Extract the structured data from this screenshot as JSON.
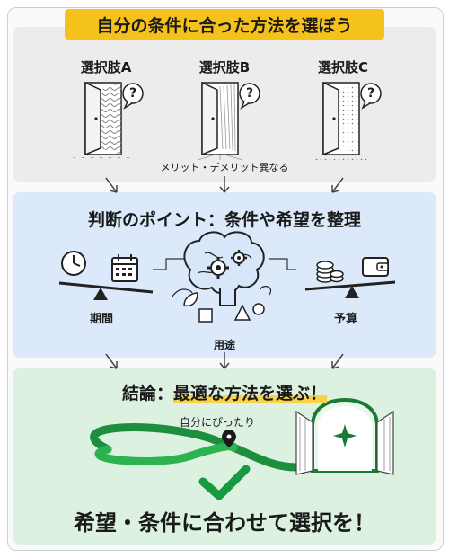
{
  "title": "自分の条件に合った方法を選ぼう",
  "options": {
    "a": "選択肢A",
    "b": "選択肢B",
    "c": "選択肢C",
    "note": "メリット・デメリット異なる",
    "question_mark": "?"
  },
  "judgement": {
    "heading": "判断のポイント：条件や希望を整理",
    "period": "期間",
    "budget": "予算",
    "purpose": "用途"
  },
  "conclusion": {
    "heading_prefix": "結論：",
    "heading_highlight": "最適な方法を選ぶ！",
    "pin_label": "自分にぴったり"
  },
  "footer": "希望・条件に合わせて選択を！",
  "colors": {
    "title_badge": "#f5c21b",
    "panel_options": "#ececec",
    "panel_judgement": "#dbe9fa",
    "panel_conclusion": "#dcf1df",
    "accent_green": "#17a34a"
  }
}
